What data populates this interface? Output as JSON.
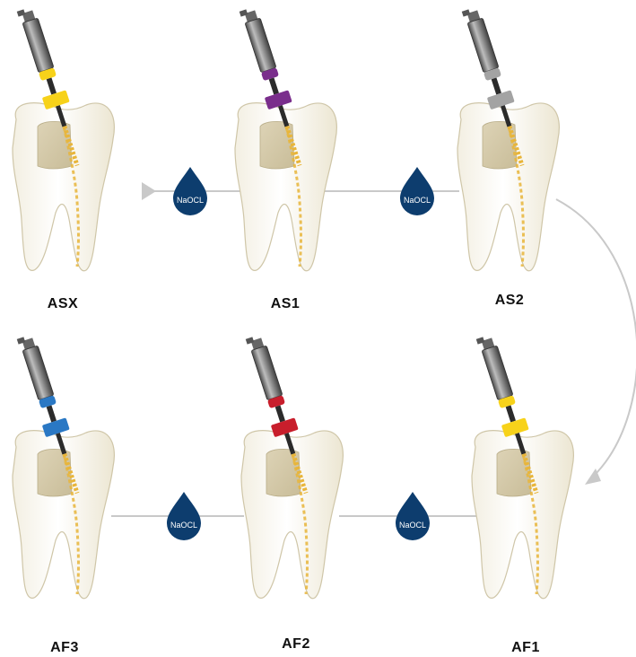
{
  "colors": {
    "drop": "#0d3d6e",
    "connector": "#c9c9c9",
    "tooth_outline": "#cfc6a8",
    "file_gold": "#e8b53a"
  },
  "steps": [
    {
      "label": "ASX",
      "ring_color": "#f7d21a",
      "stopper_color": "#f7d21a",
      "connector_icon": "triangle-arrow-icon"
    },
    {
      "label": "AS1",
      "ring_color": "#7a2e8c",
      "stopper_color": "#7a2e8c"
    },
    {
      "label": "AS2",
      "ring_color": "#a3a3a3",
      "stopper_color": "#a3a3a3"
    },
    {
      "label": "AF1",
      "ring_color": "#f7d21a",
      "stopper_color": "#f7d21a"
    },
    {
      "label": "AF2",
      "ring_color": "#c81e2c",
      "stopper_color": "#c81e2c"
    },
    {
      "label": "AF3",
      "ring_color": "#2a78c4",
      "stopper_color": "#2a78c4"
    }
  ],
  "irrigant_label": "NaOCL"
}
